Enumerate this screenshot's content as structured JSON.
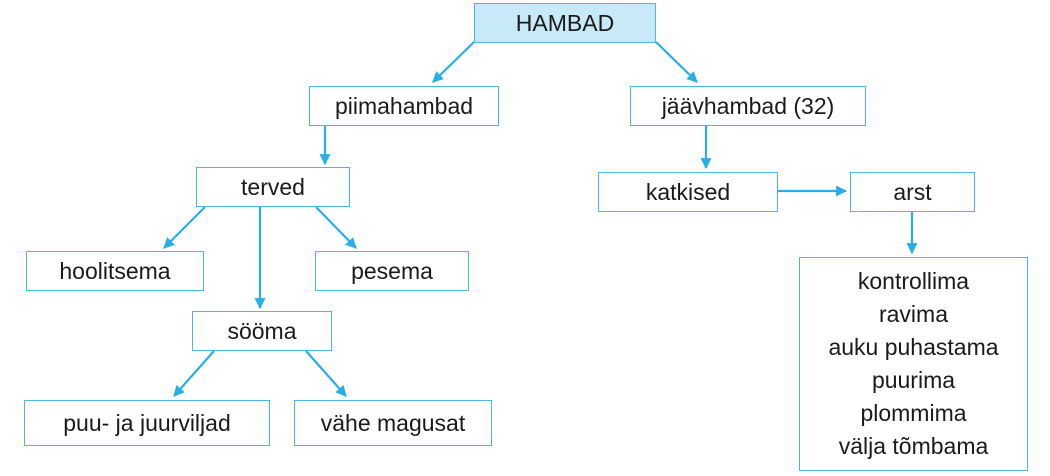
{
  "colors": {
    "line": "#28aee6",
    "border": "#4cb6e6",
    "root_fill": "#c8e9f7",
    "text": "#1a1a1a"
  },
  "nodes": {
    "root": "HAMBAD",
    "piimahambad": "piimahambad",
    "jaavhambad": "jäävhambad (32)",
    "terved": "terved",
    "katkised": "katkised",
    "arst": "arst",
    "hoolitsema": "hoolitsema",
    "pesema": "pesema",
    "sooma": "sööma",
    "puu_juurviljad": "puu- ja juurviljad",
    "vahe_magusat": "vähe magusat",
    "doctor_actions": [
      "kontrollima",
      "ravima",
      "auku puhastama",
      "puurima",
      "plommima",
      "välja tõmbama"
    ]
  },
  "edges": [
    {
      "from": "root",
      "to": "piimahambad"
    },
    {
      "from": "root",
      "to": "jaavhambad"
    },
    {
      "from": "piimahambad",
      "to": "terved"
    },
    {
      "from": "jaavhambad",
      "to": "katkised"
    },
    {
      "from": "katkised",
      "to": "arst"
    },
    {
      "from": "arst",
      "to": "doctor_actions"
    },
    {
      "from": "terved",
      "to": "hoolitsema"
    },
    {
      "from": "terved",
      "to": "pesema"
    },
    {
      "from": "terved",
      "to": "sooma"
    },
    {
      "from": "sooma",
      "to": "puu_juurviljad"
    },
    {
      "from": "sooma",
      "to": "vahe_magusat"
    }
  ]
}
